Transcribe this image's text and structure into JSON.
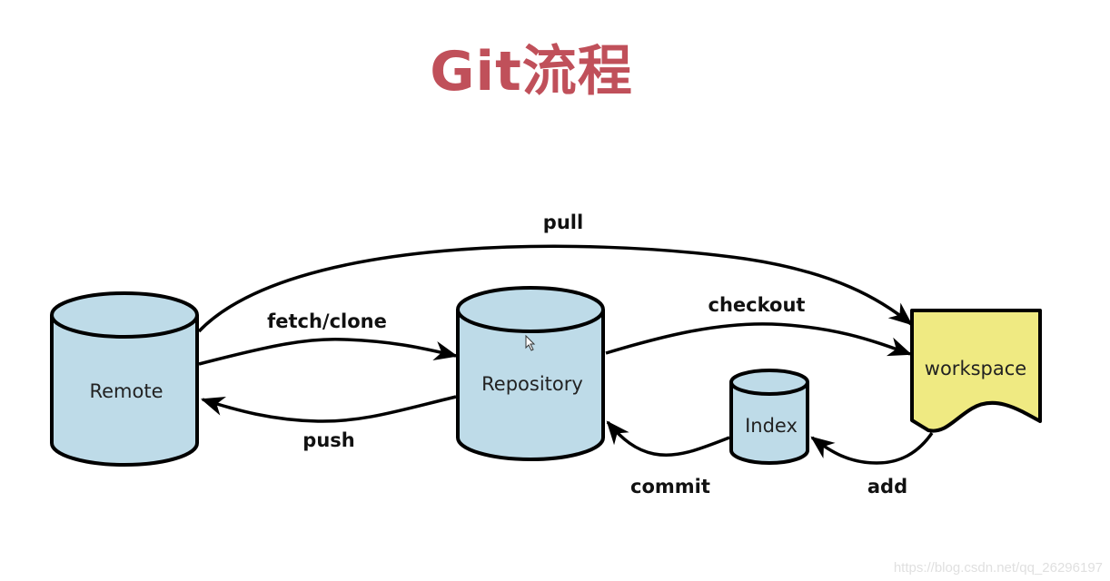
{
  "title": "Git流程",
  "colors": {
    "title": "#c0505a",
    "cylinder_fill": "#bedbe8",
    "workspace_fill": "#efea82",
    "stroke": "#000000"
  },
  "nodes": {
    "remote": {
      "label": "Remote",
      "shape": "cylinder"
    },
    "repository": {
      "label": "Repository",
      "shape": "cylinder"
    },
    "index": {
      "label": "Index",
      "shape": "cylinder"
    },
    "workspace": {
      "label": "workspace",
      "shape": "document"
    }
  },
  "edges": {
    "pull": {
      "label": "pull",
      "from": "Remote",
      "to": "workspace"
    },
    "fetch_clone": {
      "label": "fetch/clone",
      "from": "Remote",
      "to": "Repository"
    },
    "push": {
      "label": "push",
      "from": "Repository",
      "to": "Remote"
    },
    "checkout": {
      "label": "checkout",
      "from": "Repository",
      "to": "workspace"
    },
    "commit": {
      "label": "commit",
      "from": "Index",
      "to": "Repository"
    },
    "add": {
      "label": "add",
      "from": "workspace",
      "to": "Index"
    }
  },
  "watermark": "https://blog.csdn.net/qq_26296197"
}
